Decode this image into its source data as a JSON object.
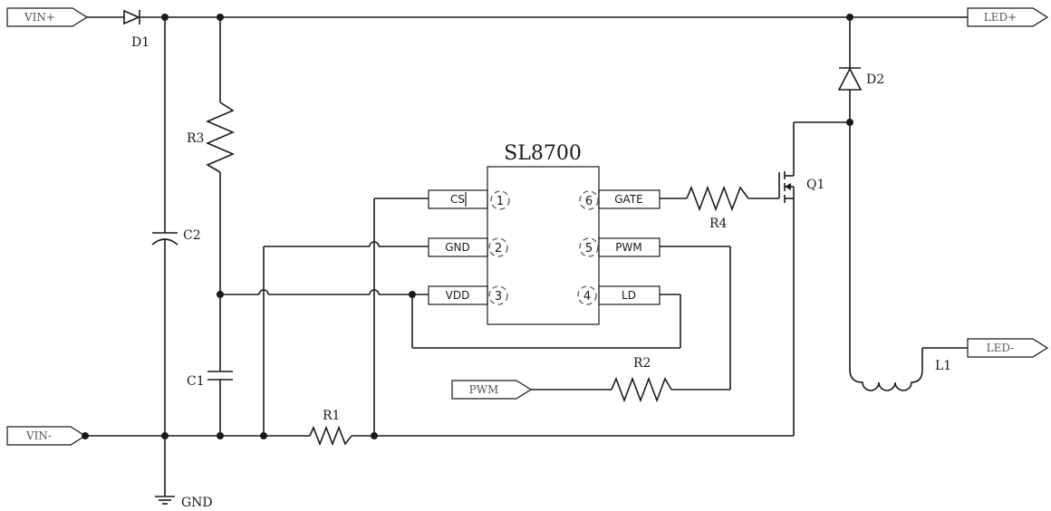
{
  "chip": {
    "name": "SL8700",
    "pins": [
      {
        "num": "1",
        "name": "CS"
      },
      {
        "num": "2",
        "name": "GND"
      },
      {
        "num": "3",
        "name": "VDD"
      },
      {
        "num": "4",
        "name": "LD"
      },
      {
        "num": "5",
        "name": "PWM"
      },
      {
        "num": "6",
        "name": "GATE"
      }
    ]
  },
  "ports": {
    "vin_plus": "VIN+",
    "vin_minus": "VIN-",
    "led_plus": "LED+",
    "led_minus": "LED-",
    "pwm": "PWM"
  },
  "components": {
    "d1": "D1",
    "d2": "D2",
    "r1": "R1",
    "r2": "R2",
    "r3": "R3",
    "r4": "R4",
    "c1": "C1",
    "c2": "C2",
    "l1": "L1",
    "q1": "Q1",
    "gnd": "GND"
  }
}
